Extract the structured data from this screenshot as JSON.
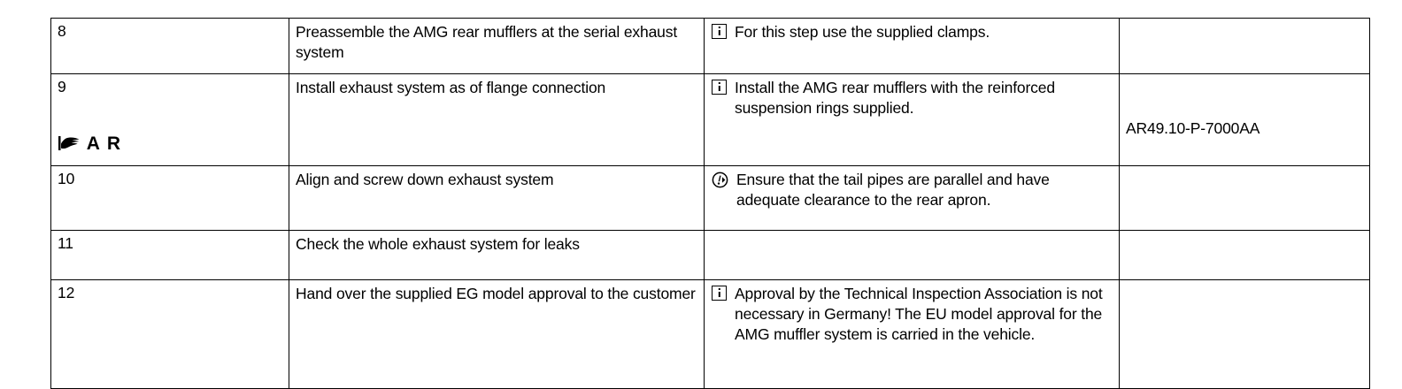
{
  "document": {
    "type": "work-procedure-table",
    "columns": [
      "step",
      "operation",
      "note",
      "reference"
    ],
    "text_color": "#000000",
    "background_color": "#ffffff",
    "border_color": "#000000"
  },
  "rows": [
    {
      "step": "8",
      "marker": null,
      "operation": "Preassemble the AMG rear mufflers at the serial exhaust system",
      "note_icon": "info-icon",
      "note": "For this step use the supplied clamps.",
      "reference": ""
    },
    {
      "step": "9",
      "marker": {
        "icon": "pointing-hand-icon",
        "label": "A R"
      },
      "operation": "Install exhaust system as of flange connection",
      "note_icon": "info-icon",
      "note": "Install the AMG rear mufflers with the reinforced suspension rings supplied.",
      "reference": "AR49.10-P-7000AA"
    },
    {
      "step": "10",
      "marker": null,
      "operation": "Align and screw down exhaust system",
      "note_icon": "attention-icon",
      "note": "Ensure that the tail pipes are parallel and have adequate clearance to the rear apron.",
      "reference": ""
    },
    {
      "step": "11",
      "marker": null,
      "operation": "Check the whole exhaust system for leaks",
      "note_icon": null,
      "note": "",
      "reference": ""
    },
    {
      "step": "12",
      "marker": null,
      "operation": "Hand over the supplied EG model approval to the customer",
      "note_icon": "info-icon",
      "note": "Approval by the Technical Inspection Association is not necessary in Germany! The EU model approval for the AMG muffler system is carried in the vehicle.",
      "reference": ""
    }
  ]
}
